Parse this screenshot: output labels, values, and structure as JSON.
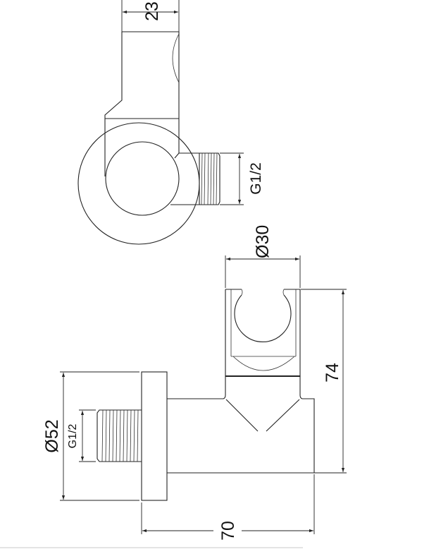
{
  "drawing": {
    "top_view": {
      "width_dim": "23",
      "thread_dim": "G1/2"
    },
    "front_view": {
      "holder_diameter_dim": "Ø30",
      "height_dim": "74",
      "flange_diameter_dim": "Ø52",
      "thread_dim": "G1/2",
      "length_dim": "70"
    }
  }
}
